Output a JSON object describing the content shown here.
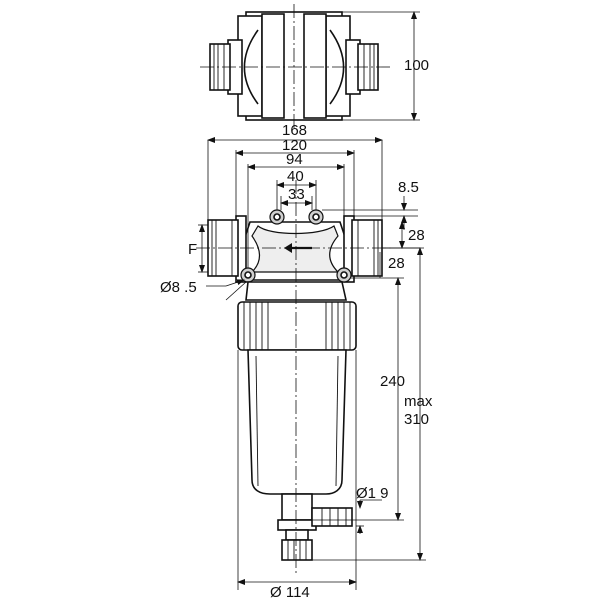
{
  "dimensions": {
    "depth": "100",
    "total_width": "168",
    "flange_width": "120",
    "body_width": "94",
    "bolt_spacing_outer": "40",
    "bolt_spacing_inner": "33",
    "bolt_offset": "8.5",
    "port_thread": "F",
    "port_height_upper": "28",
    "port_height_lower": "28",
    "mount_hole": "Ø8 .5",
    "bowl_height": "240",
    "max_height_label": "max",
    "max_height": "310",
    "drain_diameter": "Ø1 9",
    "bowl_diameter": "Ø 114"
  }
}
